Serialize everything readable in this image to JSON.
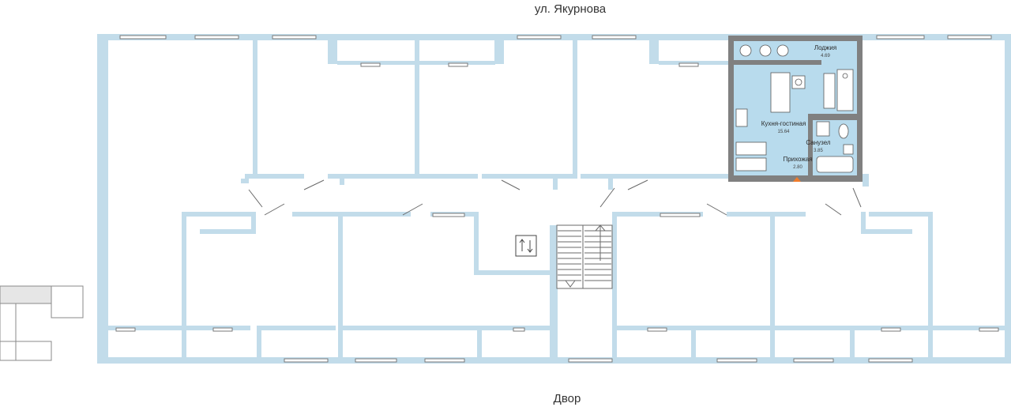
{
  "streets": {
    "top": "ул. Якурнова",
    "bottom": "Двор"
  },
  "apartment": {
    "rooms": [
      {
        "name": "Лоджия",
        "area": "4.69"
      },
      {
        "name": "Кухня-гостиная",
        "area": "15.64"
      },
      {
        "name": "Санузел",
        "area": "3.85"
      },
      {
        "name": "Прихожая",
        "area": "2.80"
      }
    ]
  },
  "colors": {
    "wall": "#c2dcea",
    "apartment_fill": "#b8dbed",
    "apartment_wall": "#808080",
    "entrance_marker": "#f07c2b",
    "window": "#7a7a7a",
    "furniture": "#5a5a5a"
  },
  "icons": {
    "elevator": "elevator-arrows-icon",
    "entrance": "entrance-triangle-icon"
  }
}
